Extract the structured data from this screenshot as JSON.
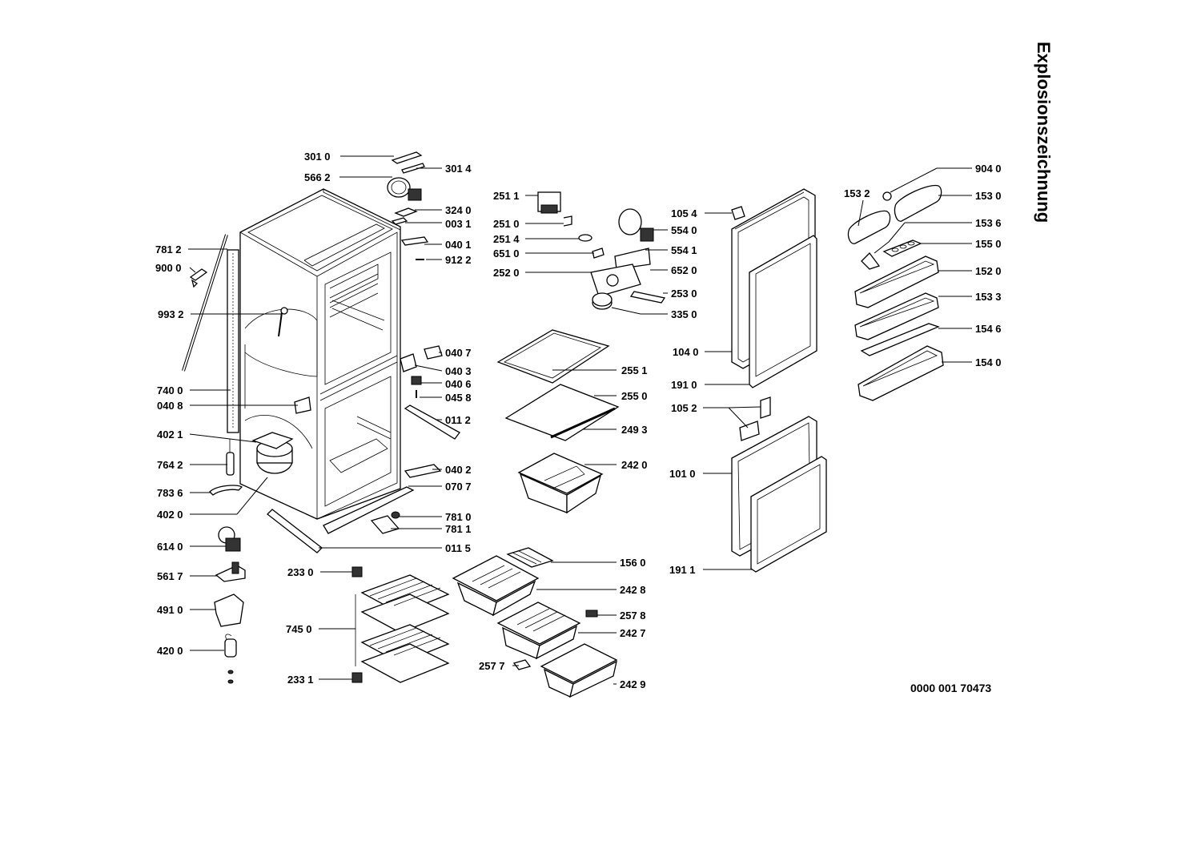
{
  "title": "Explosionszeichnung",
  "document_number": "0000 001 70473",
  "callouts": [
    {
      "id": "c3010",
      "text": "301 0"
    },
    {
      "id": "c3014",
      "text": "301 4"
    },
    {
      "id": "c5662",
      "text": "566 2"
    },
    {
      "id": "c3240",
      "text": "324 0"
    },
    {
      "id": "c0031",
      "text": "003 1"
    },
    {
      "id": "c7812",
      "text": "781 2"
    },
    {
      "id": "c0401",
      "text": "040 1"
    },
    {
      "id": "c9000",
      "text": "900 0"
    },
    {
      "id": "c9122",
      "text": "912 2"
    },
    {
      "id": "c9932",
      "text": "993 2"
    },
    {
      "id": "c0407",
      "text": "040 7"
    },
    {
      "id": "c0403",
      "text": "040 3"
    },
    {
      "id": "c0406",
      "text": "040 6"
    },
    {
      "id": "c7400",
      "text": "740 0"
    },
    {
      "id": "c0408",
      "text": "040 8"
    },
    {
      "id": "c0458",
      "text": "045 8"
    },
    {
      "id": "c0112",
      "text": "011 2"
    },
    {
      "id": "c4021",
      "text": "402 1"
    },
    {
      "id": "c7642",
      "text": "764 2"
    },
    {
      "id": "c0402",
      "text": "040 2"
    },
    {
      "id": "c7836",
      "text": "783 6"
    },
    {
      "id": "c0707",
      "text": "070 7"
    },
    {
      "id": "c4020",
      "text": "402 0"
    },
    {
      "id": "c7810",
      "text": "781 0"
    },
    {
      "id": "c7811",
      "text": "781 1"
    },
    {
      "id": "c6140",
      "text": "614 0"
    },
    {
      "id": "c0115",
      "text": "011 5"
    },
    {
      "id": "c5617",
      "text": "561 7"
    },
    {
      "id": "c4910",
      "text": "491 0"
    },
    {
      "id": "c4200",
      "text": "420 0"
    },
    {
      "id": "c2330",
      "text": "233 0"
    },
    {
      "id": "c7450",
      "text": "745 0"
    },
    {
      "id": "c2331",
      "text": "233 1"
    },
    {
      "id": "c2511",
      "text": "251 1"
    },
    {
      "id": "c2510",
      "text": "251 0"
    },
    {
      "id": "c2514",
      "text": "251 4"
    },
    {
      "id": "c6510",
      "text": "651 0"
    },
    {
      "id": "c2520",
      "text": "252 0"
    },
    {
      "id": "c5540",
      "text": "554 0"
    },
    {
      "id": "c5541",
      "text": "554 1"
    },
    {
      "id": "c6520",
      "text": "652 0"
    },
    {
      "id": "c2530",
      "text": "253 0"
    },
    {
      "id": "c3350",
      "text": "335 0"
    },
    {
      "id": "c2551",
      "text": "255 1"
    },
    {
      "id": "c2550",
      "text": "255 0"
    },
    {
      "id": "c2493",
      "text": "249 3"
    },
    {
      "id": "c2420",
      "text": "242 0"
    },
    {
      "id": "c1560",
      "text": "156 0"
    },
    {
      "id": "c2428",
      "text": "242 8"
    },
    {
      "id": "c2578",
      "text": "257 8"
    },
    {
      "id": "c2427",
      "text": "242 7"
    },
    {
      "id": "c2577",
      "text": "257 7"
    },
    {
      "id": "c2429",
      "text": "242 9"
    },
    {
      "id": "c1054",
      "text": "105 4"
    },
    {
      "id": "c1040",
      "text": "104 0"
    },
    {
      "id": "c1910",
      "text": "191 0"
    },
    {
      "id": "c1052",
      "text": "105 2"
    },
    {
      "id": "c1010",
      "text": "101 0"
    },
    {
      "id": "c1911",
      "text": "191 1"
    },
    {
      "id": "c9040",
      "text": "904 0"
    },
    {
      "id": "c1532",
      "text": "153 2"
    },
    {
      "id": "c1530",
      "text": "153 0"
    },
    {
      "id": "c1536",
      "text": "153 6"
    },
    {
      "id": "c1550",
      "text": "155 0"
    },
    {
      "id": "c1520",
      "text": "152 0"
    },
    {
      "id": "c1533",
      "text": "153 3"
    },
    {
      "id": "c1546",
      "text": "154 6"
    },
    {
      "id": "c1540",
      "text": "154 0"
    }
  ]
}
